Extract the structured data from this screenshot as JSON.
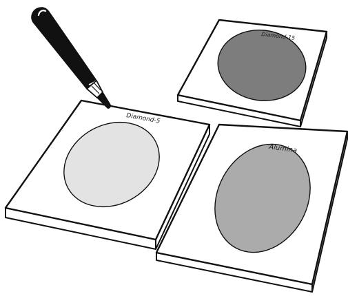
{
  "pads": [
    {
      "label": "Diamond-15",
      "disc_color": "#7d7d7d"
    },
    {
      "label": "Diamond-5",
      "disc_color": "#e3e3e3"
    },
    {
      "label": "Alumina",
      "disc_color": "#ababab"
    }
  ],
  "colors": {
    "outline": "#111111",
    "paper": "#ffffff",
    "pen_body": "#111111",
    "pen_highlight": "#ffffff"
  }
}
